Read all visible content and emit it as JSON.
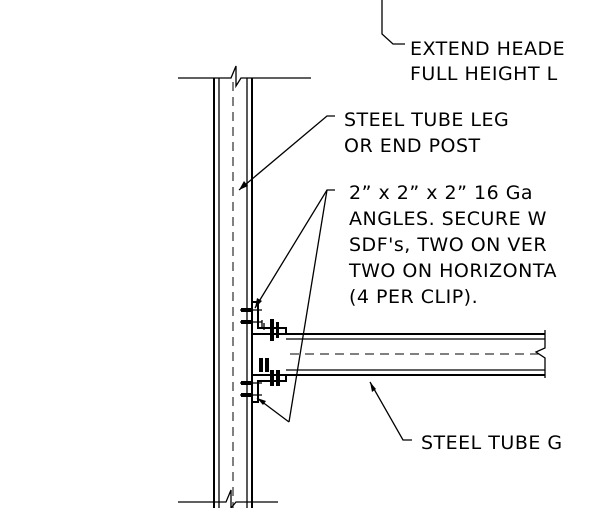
{
  "labels": {
    "extend_header_l1": "EXTEND HEADE",
    "extend_header_l2": "FULL HEIGHT L",
    "tube_leg_l1": "STEEL TUBE LEG",
    "tube_leg_l2": "OR END POST",
    "angles_l1": "2” x 2” x 2” 16 Ga",
    "angles_l2": "ANGLES.  SECURE W",
    "angles_l3": "SDF's, TWO ON VER",
    "angles_l4": "TWO ON HORIZONTA",
    "angles_l5": "(4 PER CLIP).",
    "tube_girt": "STEEL TUBE G"
  },
  "colors": {
    "line": "#000000",
    "background": "#ffffff"
  }
}
